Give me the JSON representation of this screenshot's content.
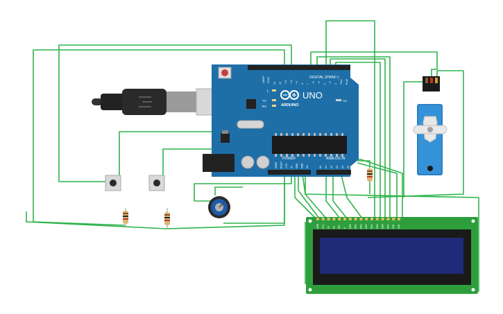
{
  "board": {
    "uno_text": "UNO",
    "brand": "ARDUINO",
    "digital_header": "DIGITAL (PWM~)",
    "analog_header": "ANALOG IN",
    "power_header": "POWER",
    "aref": "AREF",
    "gnd": "GND",
    "led_l": "L",
    "led_tx": "TX",
    "led_rx": "RX",
    "led_on": "ON",
    "digital_pins": [
      "13",
      "12",
      "~11",
      "~10",
      "~9",
      "8",
      "7",
      "~6",
      "~5",
      "4",
      "~3",
      "2",
      "TX▸1",
      "RX◂0"
    ],
    "power_pins": [
      "IOREF",
      "RESET",
      "3.3V",
      "5V",
      "GND",
      "GND",
      "Vin"
    ],
    "analog_pins": [
      "A0",
      "A1",
      "A2",
      "A3",
      "A4",
      "A5"
    ]
  },
  "lcd": {
    "pins": [
      "GND",
      "VCC",
      "V0",
      "RS",
      "RW",
      "E",
      "DB0",
      "DB1",
      "DB2",
      "DB3",
      "DB4",
      "DB5",
      "DB6",
      "DB7",
      "LED",
      "LED"
    ]
  },
  "colors": {
    "wire": "#2db34a",
    "board": "#1e6fa8",
    "lcd_pcb": "#2e9e3d",
    "lcd_screen": "#1f2a78",
    "servo": "#2a7fc4",
    "pot": "#1e5aa8"
  }
}
